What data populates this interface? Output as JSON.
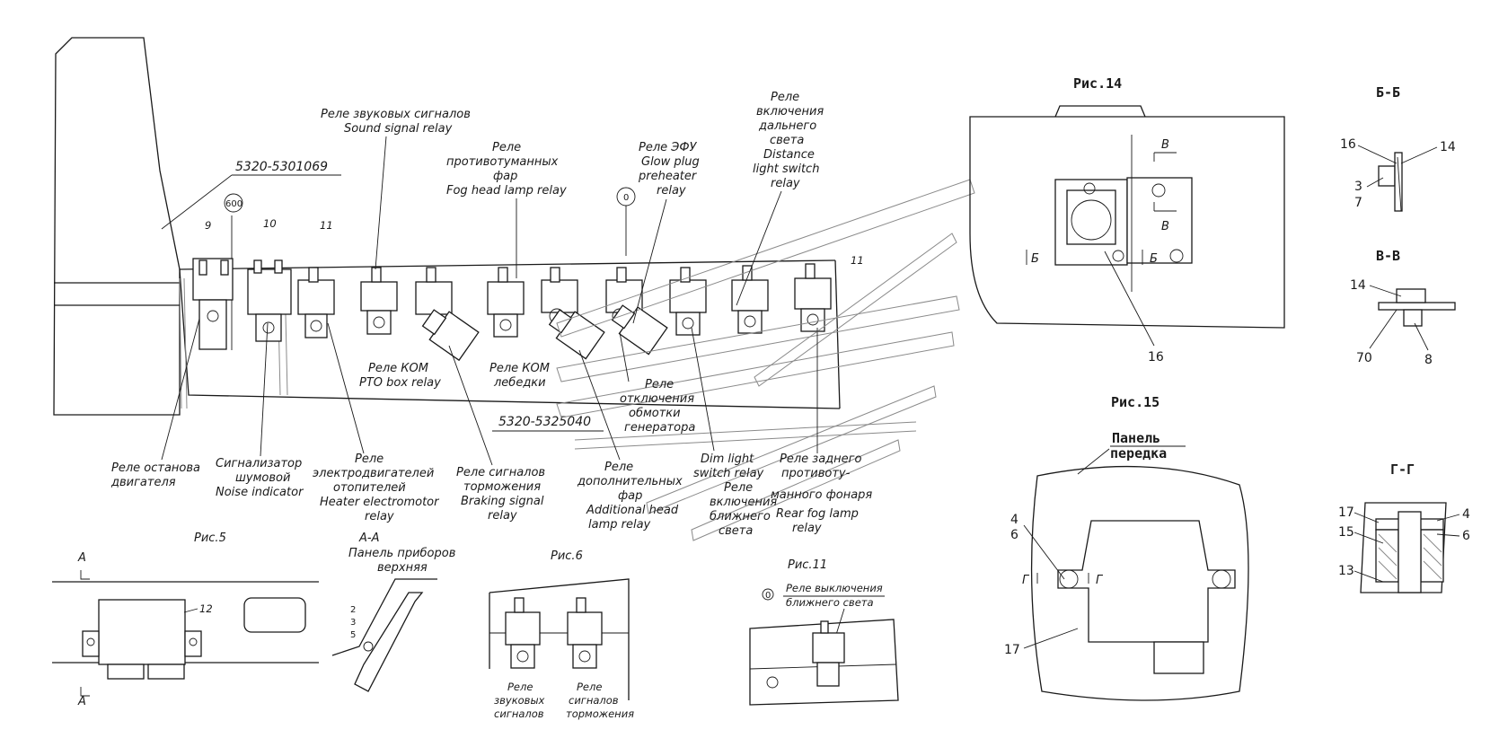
{
  "parts": {
    "harness_main": "5320-5301069",
    "harness_relay": "5320-5325040"
  },
  "callouts": {
    "c600": "600",
    "c0a": "0",
    "c0b": "0"
  },
  "positions": {
    "p9": "9",
    "p10": "10",
    "p11a": "11",
    "p11b": "11",
    "p12": "12",
    "p2": "2",
    "p3": "3",
    "p5": "5",
    "b16": "16",
    "b14": "14",
    "b3": "3",
    "b7": "7",
    "v14": "14",
    "v70": "70",
    "v8": "8",
    "f16": "16",
    "p4": "4",
    "p6": "6",
    "p17": "17",
    "g17": "17",
    "g15": "15",
    "g13": "13",
    "g4": "4",
    "g6": "6"
  },
  "labels": {
    "sound_relay": [
      "Реле звуковых сигналов",
      "Sound signal relay"
    ],
    "fog_head_relay": [
      "Реле",
      "противотуманных",
      "фар",
      "Fog head lamp relay"
    ],
    "glow_plug_relay": [
      "Реле ЭФУ",
      "Glow plug",
      "preheater",
      "relay"
    ],
    "distance_relay": [
      "Реле",
      "включения",
      "дальнего",
      "света",
      "Distance",
      "light switch",
      "relay"
    ],
    "pto_box_relay": [
      "Реле КОМ",
      "PTO box relay"
    ],
    "winch_pto_relay": [
      "Реле КОМ",
      "лебедки"
    ],
    "gen_relay": [
      "Реле",
      "отключения",
      "обмотки",
      "генератора"
    ],
    "engine_stop_relay": [
      "Реле останова",
      "двигателя"
    ],
    "noise_indicator": [
      "Сигнализатор",
      "шумовой",
      "Noise indicator"
    ],
    "heater_relay": [
      "Реле",
      "электродвигателей",
      "отопителей",
      "Heater electromotor",
      "relay"
    ],
    "braking_relay": [
      "Реле сигналов",
      "торможения",
      "Braking signal",
      "relay"
    ],
    "add_head_relay": [
      "Реле",
      "дополнительных",
      "фар",
      "Additional head",
      "lamp relay"
    ],
    "dim_relay": [
      "Dim light",
      "switch relay",
      "Реле",
      "включения",
      "ближнего",
      "света"
    ],
    "rear_fog_relay": [
      "Реле заднего",
      "противоту-",
      "манного фонаря",
      "Rear fog lamp",
      "relay"
    ],
    "fig6_sound": [
      "Реле",
      "звуковых",
      "сигналов"
    ],
    "fig6_braking": [
      "Реле",
      "сигналов",
      "торможения"
    ],
    "fig11_relay": [
      "Реле выключения",
      "ближнего света"
    ],
    "panel_upper": [
      "Панель приборов",
      "верхняя"
    ],
    "panel_front": [
      "Панель",
      "передка"
    ]
  },
  "figures": {
    "fig5": "Рис.5",
    "fig6": "Рис.6",
    "fig11": "Рис.11",
    "fig14": "Рис.14",
    "fig15": "Рис.15",
    "sec_aa": "А-А",
    "sec_bb": "Б-Б",
    "sec_vv": "В-В",
    "sec_gg": "Г-Г"
  },
  "section_marks": {
    "a": "А",
    "b": "Б",
    "v": "В",
    "g": "Г"
  }
}
